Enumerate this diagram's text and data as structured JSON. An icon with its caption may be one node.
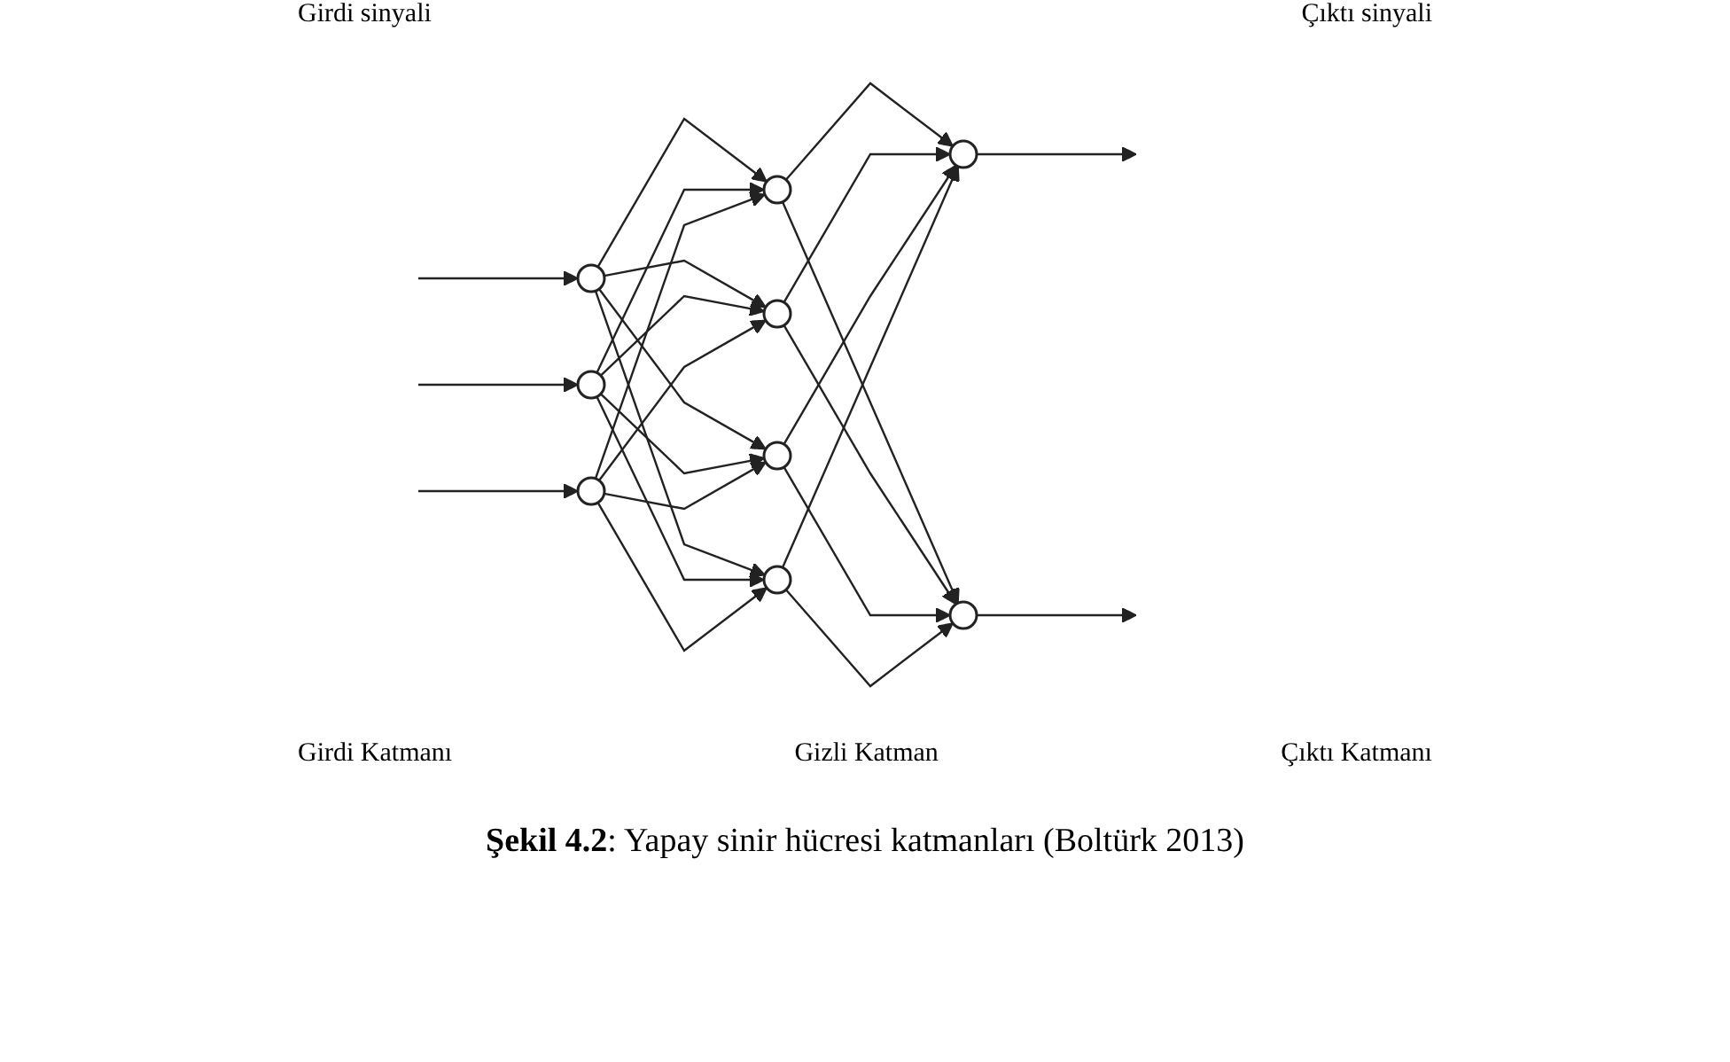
{
  "diagram": {
    "caption": "**Şekil 4.2**: Yapay sinir hücresi katmanları (Boltürk 2013)",
    "nodes": [
      {
        "text": [],
        "shape": "circle"
      },
      {
        "text": [],
        "shape": "circle"
      },
      {
        "text": [],
        "shape": "circle"
      },
      {
        "text": [],
        "shape": "circle"
      },
      {
        "text": [],
        "shape": "circle"
      },
      {
        "text": [],
        "shape": "circle"
      },
      {
        "text": [],
        "shape": "circle"
      },
      {
        "text": [],
        "shape": "circle"
      },
      {
        "text": [],
        "shape": "circle"
      }
    ],
    "edges": [
      {
        "from": null,
        "to": 0,
        "arrow": "to"
      },
      {
        "from": null,
        "to": 1,
        "arrow": "to"
      },
      {
        "from": null,
        "to": 2,
        "arrow": "to"
      },
      {
        "from": 0,
        "to": 3,
        "arrow": "to"
      },
      {
        "from": 0,
        "to": 4,
        "arrow": "to"
      },
      {
        "from": 0,
        "to": 5,
        "arrow": "to"
      },
      {
        "from": 0,
        "to": 6,
        "arrow": "to"
      },
      {
        "from": 1,
        "to": 3,
        "arrow": "to"
      },
      {
        "from": 1,
        "to": 4,
        "arrow": "to"
      },
      {
        "from": 1,
        "to": 5,
        "arrow": "to"
      },
      {
        "from": 1,
        "to": 6,
        "arrow": "to"
      },
      {
        "from": 2,
        "to": 3,
        "arrow": "to"
      },
      {
        "from": 2,
        "to": 4,
        "arrow": "to"
      },
      {
        "from": 2,
        "to": 5,
        "arrow": "to"
      },
      {
        "from": 2,
        "to": 6,
        "arrow": "to"
      },
      {
        "from": 3,
        "to": 7,
        "arrow": "to"
      },
      {
        "from": 3,
        "to": 8,
        "arrow": "to"
      },
      {
        "from": 4,
        "to": 7,
        "arrow": "to"
      },
      {
        "from": 4,
        "to": 8,
        "arrow": "to"
      },
      {
        "from": 5,
        "to": 7,
        "arrow": "to"
      },
      {
        "from": 5,
        "to": 8,
        "arrow": "to"
      },
      {
        "from": 6,
        "to": 7,
        "arrow": "to"
      },
      {
        "from": 6,
        "to": 8,
        "arrow": "to"
      },
      {
        "from": 7,
        "to": null,
        "arrow": "to"
      },
      {
        "from": 8,
        "to": null,
        "arrow": "to"
      }
    ],
    "labels": [
      "Girdi sinyali",
      "Çıktı sinyali",
      "Girdi Katmanı",
      "Gizli Katman",
      "Çıktı Katmanı"
    ]
  }
}
